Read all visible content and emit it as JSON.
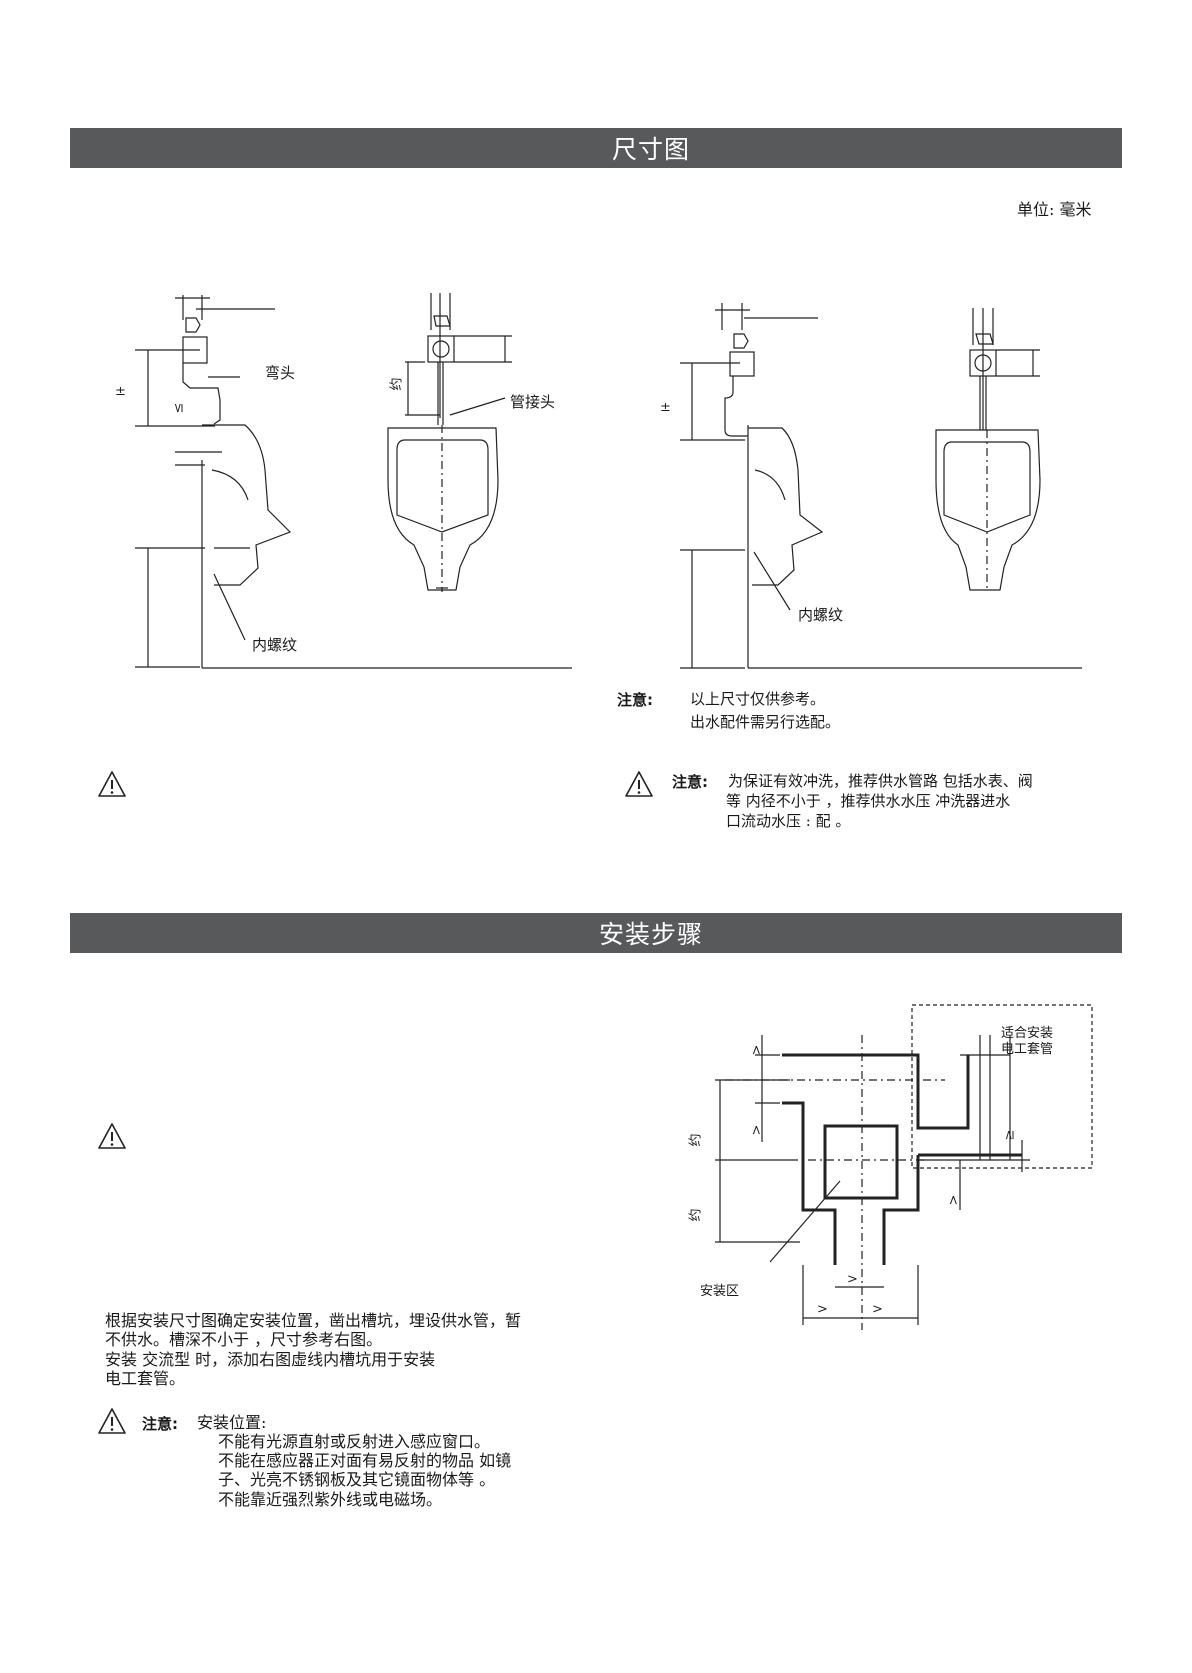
{
  "section1": {
    "title": "尺寸图",
    "unit_label": "单位: 毫米"
  },
  "figure_left": {
    "label_elbow": "弯头",
    "label_pipe_joint": "管接头",
    "label_female_thread": "内螺纹",
    "label_approx": "约",
    "label_pm": "±",
    "label_le": "≤"
  },
  "figure_right": {
    "label_female_thread": "内螺纹",
    "label_pm": "±"
  },
  "note_dimensions": {
    "label": "注意:",
    "line1": "以上尺寸仅供参考。",
    "line2": "出水配件需另行选配。"
  },
  "note_supply": {
    "label": "注意:",
    "line1": "为保证有效冲洗，推荐供水管路 包括水表、阀",
    "line2": "等 内径不小于          ，推荐供水水压 冲洗器进水",
    "line3": "口流动水压 :                                  配              。"
  },
  "section2": {
    "title": "安装步骤"
  },
  "install_diagram": {
    "label_conduit_1": "适合安装",
    "label_conduit_2": "电工套管",
    "label_install_area": "安装区",
    "label_approx": "约",
    "label_gt": ">",
    "label_ge": "≥"
  },
  "step_text": {
    "line1": "根据安装尺寸图确定安装位置，凿出槽坑，埋设供水管，暂",
    "line2": "不供水。槽深不小于          ，尺寸参考右图。",
    "line3": "安装                    交流型 时，添加右图虚线内槽坑用于安装",
    "line4": "电工套管。"
  },
  "position_note": {
    "label": "注意:",
    "title": "安装位置:",
    "item1": "不能有光源直射或反射进入感应窗口。",
    "item2": "不能在感应器正对面有易反射的物品 如镜",
    "item2b": "子、光亮不锈钢板及其它镜面物体等 。",
    "item3": "不能靠近强烈紫外线或电磁场。"
  }
}
